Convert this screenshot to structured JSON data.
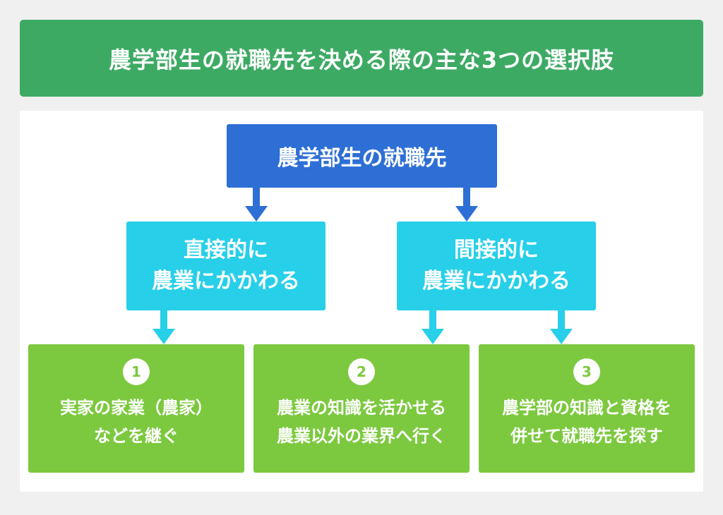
{
  "header": {
    "title": "農学部生の就職先を決める際の主な3つの選択肢"
  },
  "root": {
    "label": "農学部生の就職先"
  },
  "branches": [
    {
      "line1": "直接的に",
      "line2": "農業にかかわる"
    },
    {
      "line1": "間接的に",
      "line2": "農業にかかわる"
    }
  ],
  "options": [
    {
      "number": "1",
      "line1": "実家の家業（農家）",
      "line2": "などを継ぐ"
    },
    {
      "number": "2",
      "line1": "農業の知識を活かせる",
      "line2": "農業以外の業界へ行く"
    },
    {
      "number": "3",
      "line1": "農学部の知識と資格を",
      "line2": "併せて就職先を探す"
    }
  ],
  "colors": {
    "header": "#3daa64",
    "root": "#2e6fd6",
    "branch": "#27cfe9",
    "option": "#7cc93f"
  }
}
